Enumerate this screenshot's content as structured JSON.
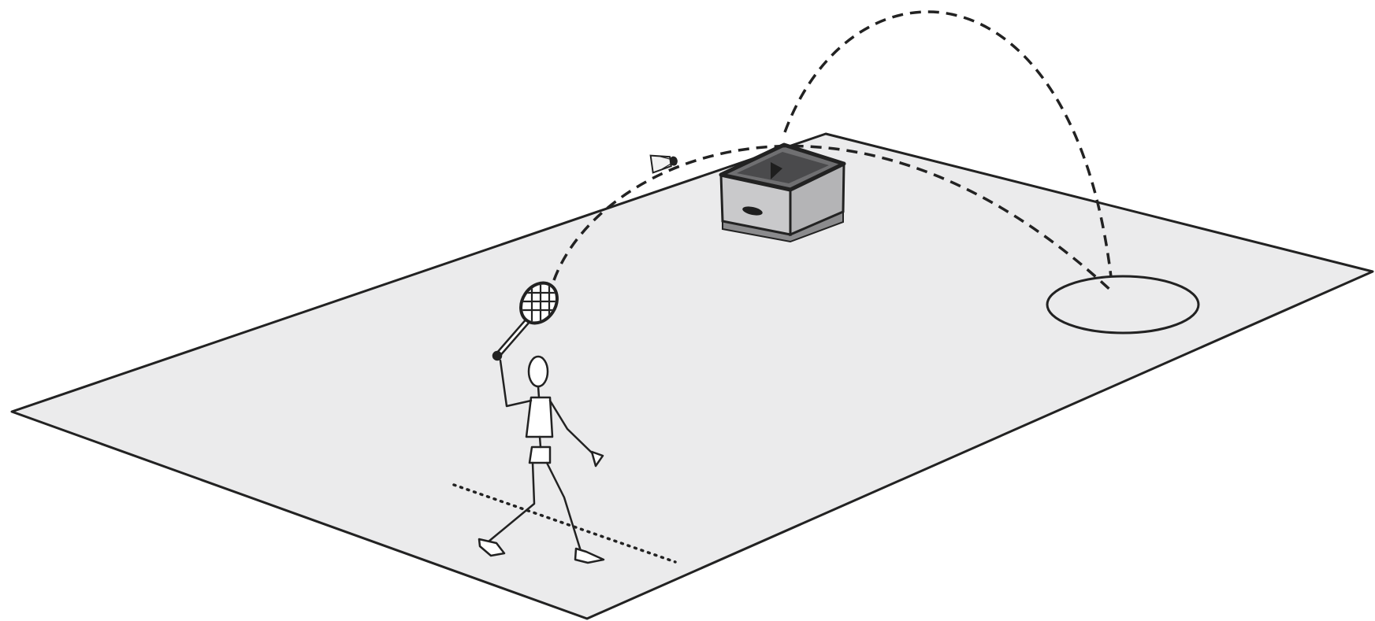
{
  "illustration": {
    "subject": "badminton-serve-drill",
    "colors": {
      "background": "#ffffff",
      "court_fill": "#ebebec",
      "stroke": "#222222",
      "box_top": "#6f6f71",
      "box_side_light": "#c9c9cb",
      "box_side_mid": "#b4b4b6",
      "box_base": "#8b8b8d",
      "shuttle_fill": "#f2f2f2"
    },
    "elements": [
      "court",
      "net-box",
      "low-serve-trajectory",
      "high-serve-trajectory",
      "target-circle",
      "player",
      "racket",
      "shuttlecock",
      "service-line"
    ]
  }
}
